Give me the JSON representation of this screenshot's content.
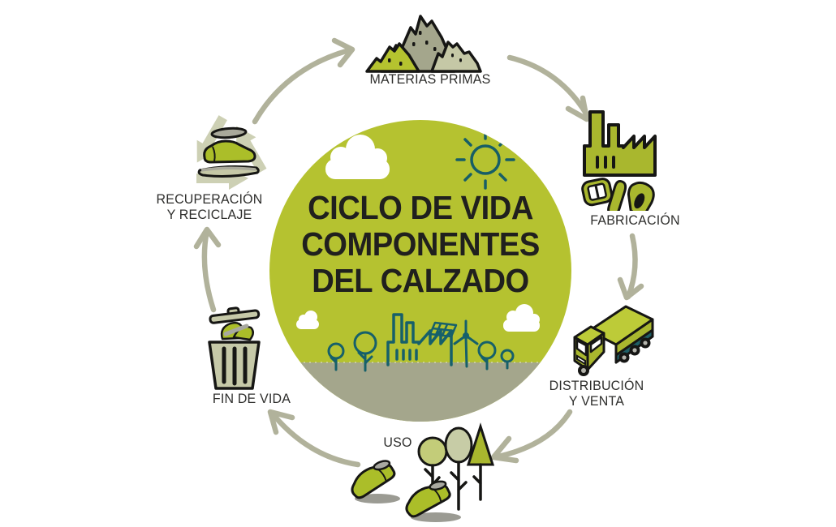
{
  "title": {
    "lines": [
      "CICLO DE VIDA",
      "COMPONENTES",
      "DEL CALZADO"
    ]
  },
  "stages": {
    "materias_primas": {
      "label": "MATERIAS PRIMAS",
      "icon": "mountains-icon"
    },
    "fabricacion": {
      "label": "FABRICACIÓN",
      "icon": "factory-icon"
    },
    "distribucion_venta": {
      "label": "DISTRIBUCIÓN\nY VENTA",
      "icon": "truck-icon"
    },
    "uso": {
      "label": "USO",
      "icon": "sneakers-trees-icon"
    },
    "fin_de_vida": {
      "label": "FIN DE VIDA",
      "icon": "trash-can-icon"
    },
    "recuperacion_reciclaje": {
      "label": "RECUPERACIÓN\nY RECICLAJE",
      "icon": "recycle-shoe-icon"
    }
  },
  "center_icons": [
    "cloud-icon",
    "sun-icon",
    "eco-skyline-icon"
  ],
  "colors": {
    "circle_green": "#b5c230",
    "icon_green": "#a9b72e",
    "shoe_green": "#abbe29",
    "truck_top_green": "#bdcb38",
    "sage": "#c6c9a8",
    "recycle_sage": "#cdd0b4",
    "gray_green": "#a4a68c",
    "skyline_teal": "#16606a",
    "truck_teal": "#1f5f66",
    "outline_dark": "#161614",
    "label_text": "#2e2e2c",
    "arrow_sage": "#b1b29b"
  }
}
